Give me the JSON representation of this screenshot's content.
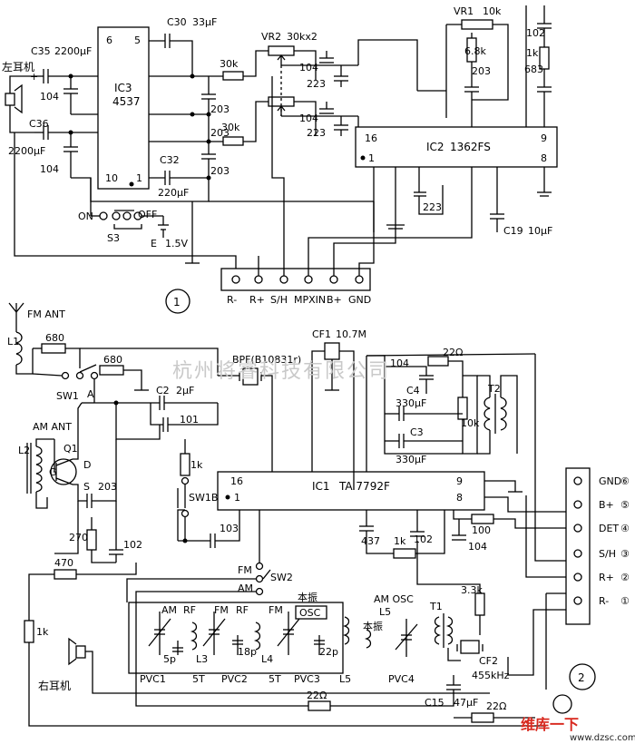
{
  "circuit1": {
    "number": "1",
    "left_earphone": "左耳机",
    "c35": "C35",
    "c35_val": "2200μF",
    "c104a": "104",
    "c36": "C36",
    "c36_val": "2200μF",
    "c104b": "104",
    "ic3_name": "IC3",
    "ic3_part": "4537",
    "ic3_p6": "6",
    "ic3_p5": "5",
    "ic3_p10": "10",
    "ic3_p1": "1",
    "c30": "C30",
    "c30_val": "33μF",
    "r30k_a": "30k",
    "r30k_b": "30k",
    "c203a": "203",
    "c203b": "203",
    "c203c": "203",
    "c32": "C32",
    "c32_val": "220μF",
    "vr2": "VR2",
    "vr2_val": "30kx2",
    "c104c": "104",
    "c223a": "223",
    "c104d": "104",
    "c223b": "223",
    "vr1": "VR1",
    "vr1_val": "10k",
    "r68k": "6.8k",
    "c203d": "203",
    "c102": "102",
    "r1k": "1k",
    "c683": "683",
    "ic2_p16": "16",
    "ic2_p9": "9",
    "ic2_p1": "1",
    "ic2_p8": "8",
    "ic2_name": "IC2",
    "ic2_part": "1362FS",
    "c223c": "223",
    "c19": "C19",
    "c19_val": "10μF",
    "on": "ON",
    "off": "OFF",
    "s3": "S3",
    "batt": "E",
    "batt_val": "1.5V",
    "conn_labels": [
      "R-",
      "R+",
      "S/H",
      "MPXIN",
      "B+",
      "GND"
    ]
  },
  "circuit2": {
    "number": "2",
    "fm_ant": "FM ANT",
    "l1": "L1",
    "r680a": "680",
    "r680b": "680",
    "sw1": "SW1",
    "node_a": "A",
    "cf1": "CF1",
    "cf1_val": "10.7M",
    "bpf": "BPF(B10831r)",
    "c2": "C2",
    "c2_val": "2μF",
    "c101": "101",
    "r220a": "22Ω",
    "c104a": "104",
    "c4": "C4",
    "c4_val": "330μF",
    "c3": "C3",
    "c3_val": "330μF",
    "r10k": "10k",
    "t2": "T2",
    "am_ant": "AM ANT",
    "l2": "L2",
    "q1": "Q1",
    "g": "G",
    "d": "D",
    "s": "S",
    "c203": "203",
    "r1k_a": "1k",
    "sw1b": "SW1B",
    "ic1_p16": "16",
    "ic1_p1": "1",
    "ic1_p9": "9",
    "ic1_p8": "8",
    "ic1_name": "IC1",
    "ic1_part": "TA 7792F",
    "c103": "103",
    "r270": "270",
    "c102a": "102",
    "r470": "470",
    "c437": "437",
    "r1k_b": "1k",
    "c102b": "102",
    "r100": "100",
    "c104b": "104",
    "fm": "FM",
    "am": "AM",
    "sw2": "SW2",
    "am_label": "AM",
    "rf1": "RF",
    "fm1": "FM",
    "rf2": "RF",
    "fm2": "FM",
    "osc": "OSC",
    "local_osc": "本振",
    "am_osc": "AM  OSC",
    "l5": "L5",
    "local_osc2": "本振",
    "c5p": "5p",
    "l3": "L3",
    "c18p": "18p",
    "l4": "L4",
    "c22p": "22p",
    "pvc1": "PVC1",
    "t5a": "5T",
    "pvc2": "PVC2",
    "t5b": "5T",
    "pvc3": "PVC3",
    "l5b": "L5",
    "pvc4": "PVC4",
    "t1": "T1",
    "r33k": "3.3k",
    "cf2": "CF2",
    "cf2_val": "455kHz",
    "r1k_c": "1k",
    "right_earphone": "右耳机",
    "c15": "C15",
    "c15_val": "47μF",
    "r220b": "22Ω",
    "r220c": "22Ω",
    "conn": [
      {
        "label": "GND",
        "num": "⑥"
      },
      {
        "label": "B+",
        "num": "⑤"
      },
      {
        "label": "DET",
        "num": "④"
      },
      {
        "label": "S/H",
        "num": "③"
      },
      {
        "label": "R+",
        "num": "②"
      },
      {
        "label": "R-",
        "num": "①"
      }
    ]
  },
  "watermark": "杭州将睿科技有限公司",
  "logo": "维库一下",
  "logo_url": "www.dzsc.com"
}
